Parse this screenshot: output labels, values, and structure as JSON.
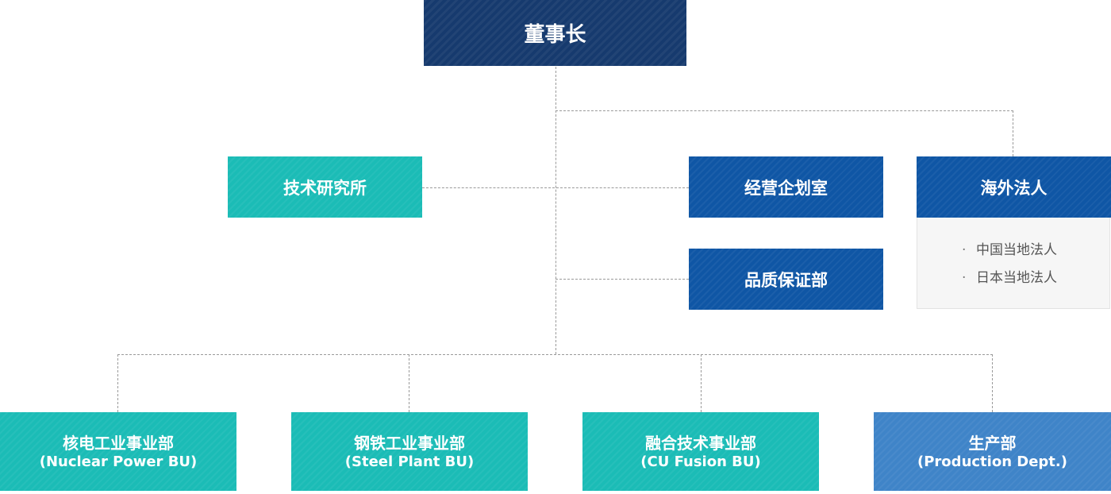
{
  "chairman": "董事长",
  "rnd": "技术研究所",
  "planning": "经营企划室",
  "quality": "品质保证部",
  "overseas": {
    "title": "海外法人",
    "items": [
      "中国当地法人",
      "日本当地法人"
    ]
  },
  "business_units": [
    {
      "name": "核电工业事业部",
      "en": "(Nuclear Power BU)"
    },
    {
      "name": "钢铁工业事业部",
      "en": "(Steel Plant BU)"
    },
    {
      "name": "融合技术事业部",
      "en": "(CU Fusion BU)"
    },
    {
      "name": "生产部",
      "en": "(Production Dept.)"
    }
  ],
  "colors": {
    "navy": "#163a6e",
    "teal": "#1bbcb6",
    "blue": "#0f56a5",
    "light_blue": "#3f84c8",
    "connector": "#9a9a9a"
  }
}
